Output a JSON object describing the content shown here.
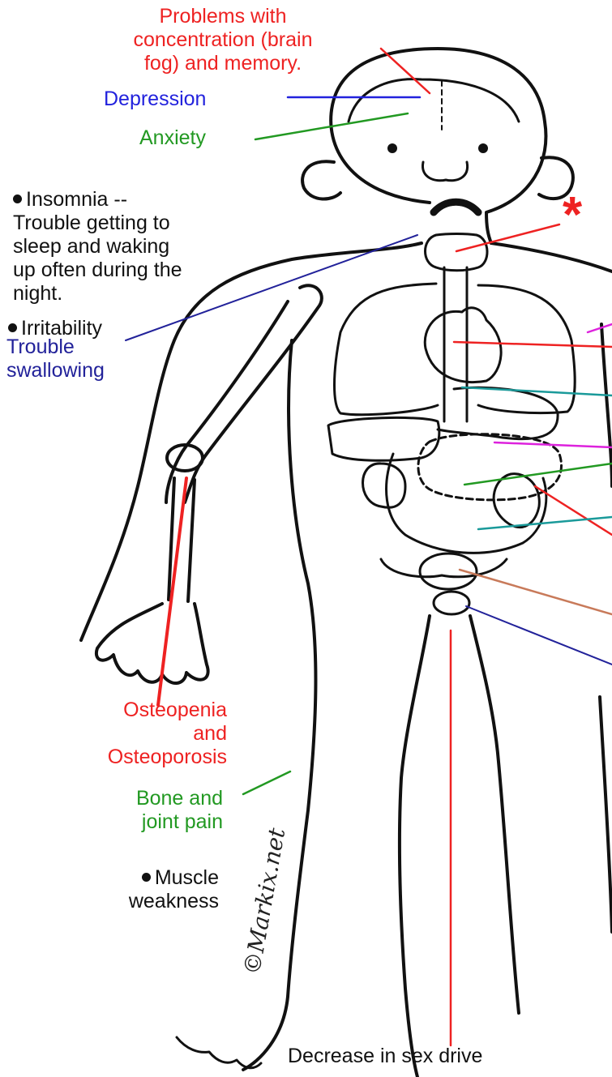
{
  "labels": {
    "brain_fog": "Problems with\nconcentration (brain\nfog) and memory.",
    "depression": "Depression",
    "anxiety": "Anxiety",
    "insomnia": "Insomnia --\nTrouble getting to\nsleep and waking\nup often during the\nnight.",
    "irritability": "Irritability",
    "trouble_swallowing": "Trouble\nswallowing",
    "osteopenia": "Osteopenia\nand\nOsteoporosis",
    "bone_joint_pain": "Bone and\njoint pain",
    "muscle_weakness": "Muscle\nweakness",
    "sex_drive": "Decrease in sex drive",
    "asterisk": "*",
    "watermark": "©Markix.net"
  },
  "colors": {
    "red": "#ee2222",
    "blue": "#2222dd",
    "green": "#229922",
    "navy": "#22229a",
    "teal": "#1a9a9a",
    "magenta": "#dd22dd",
    "brown": "#c87a5a",
    "black": "#111111"
  }
}
